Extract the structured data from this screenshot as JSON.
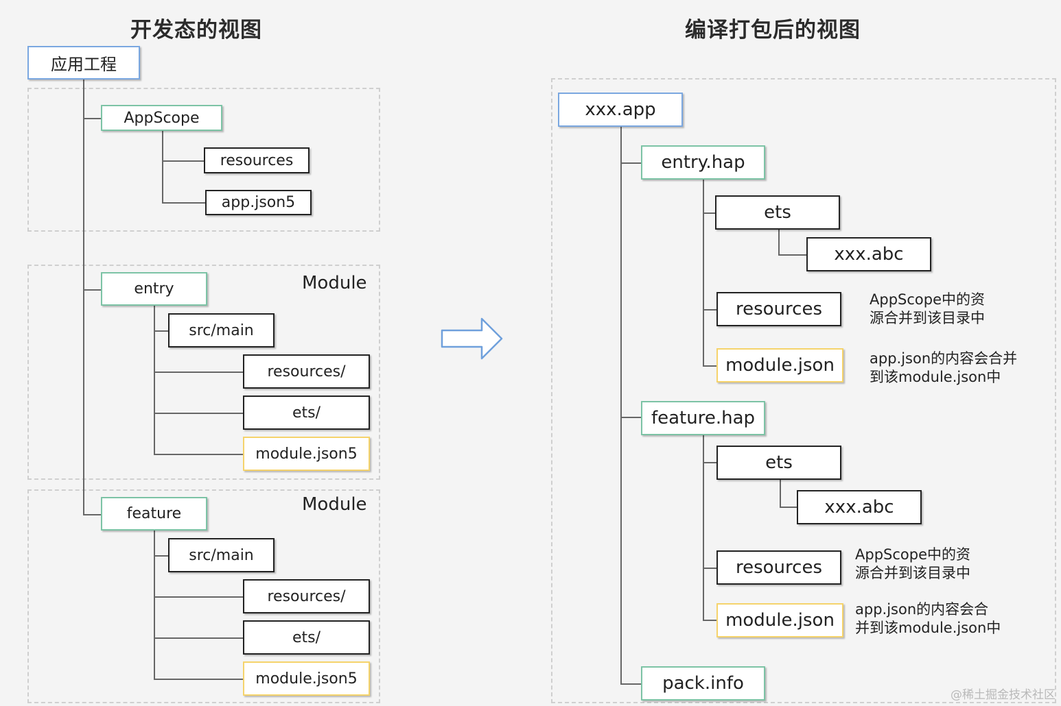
{
  "titles": {
    "left": "开发态的视图",
    "right": "编译打包后的视图"
  },
  "left": {
    "root": "应用工程",
    "appscope": {
      "label": "AppScope",
      "children": [
        "resources",
        "app.json5"
      ]
    },
    "entry": {
      "label": "entry",
      "module_label": "Module",
      "children": [
        "src/main",
        "resources/",
        "ets/",
        "module.json5"
      ]
    },
    "feature": {
      "label": "feature",
      "module_label": "Module",
      "children": [
        "src/main",
        "resources/",
        "ets/",
        "module.json5"
      ]
    }
  },
  "right": {
    "root": "xxx.app",
    "entry_hap": {
      "label": "entry.hap",
      "ets": "ets",
      "abc": "xxx.abc",
      "resources": "resources",
      "module_json": "module.json",
      "note_resources": [
        "AppScope中的资",
        "源合并到该目录中"
      ],
      "note_module": [
        "app.json的内容会合并",
        "到该module.json中"
      ]
    },
    "feature_hap": {
      "label": "feature.hap",
      "ets": "ets",
      "abc": "xxx.abc",
      "resources": "resources",
      "module_json": "module.json",
      "note_resources": [
        "AppScope中的资",
        "源合并到该目录中"
      ],
      "note_module": [
        "app.json的内容会合",
        "并到该module.json中"
      ]
    },
    "pack_info": "pack.info"
  },
  "watermark": "@稀土掘金技术社区",
  "colors": {
    "root": "#7aa7e0",
    "module": "#7cc3a5",
    "config": "#f5d36b",
    "arrow": "#6fa0dc"
  }
}
